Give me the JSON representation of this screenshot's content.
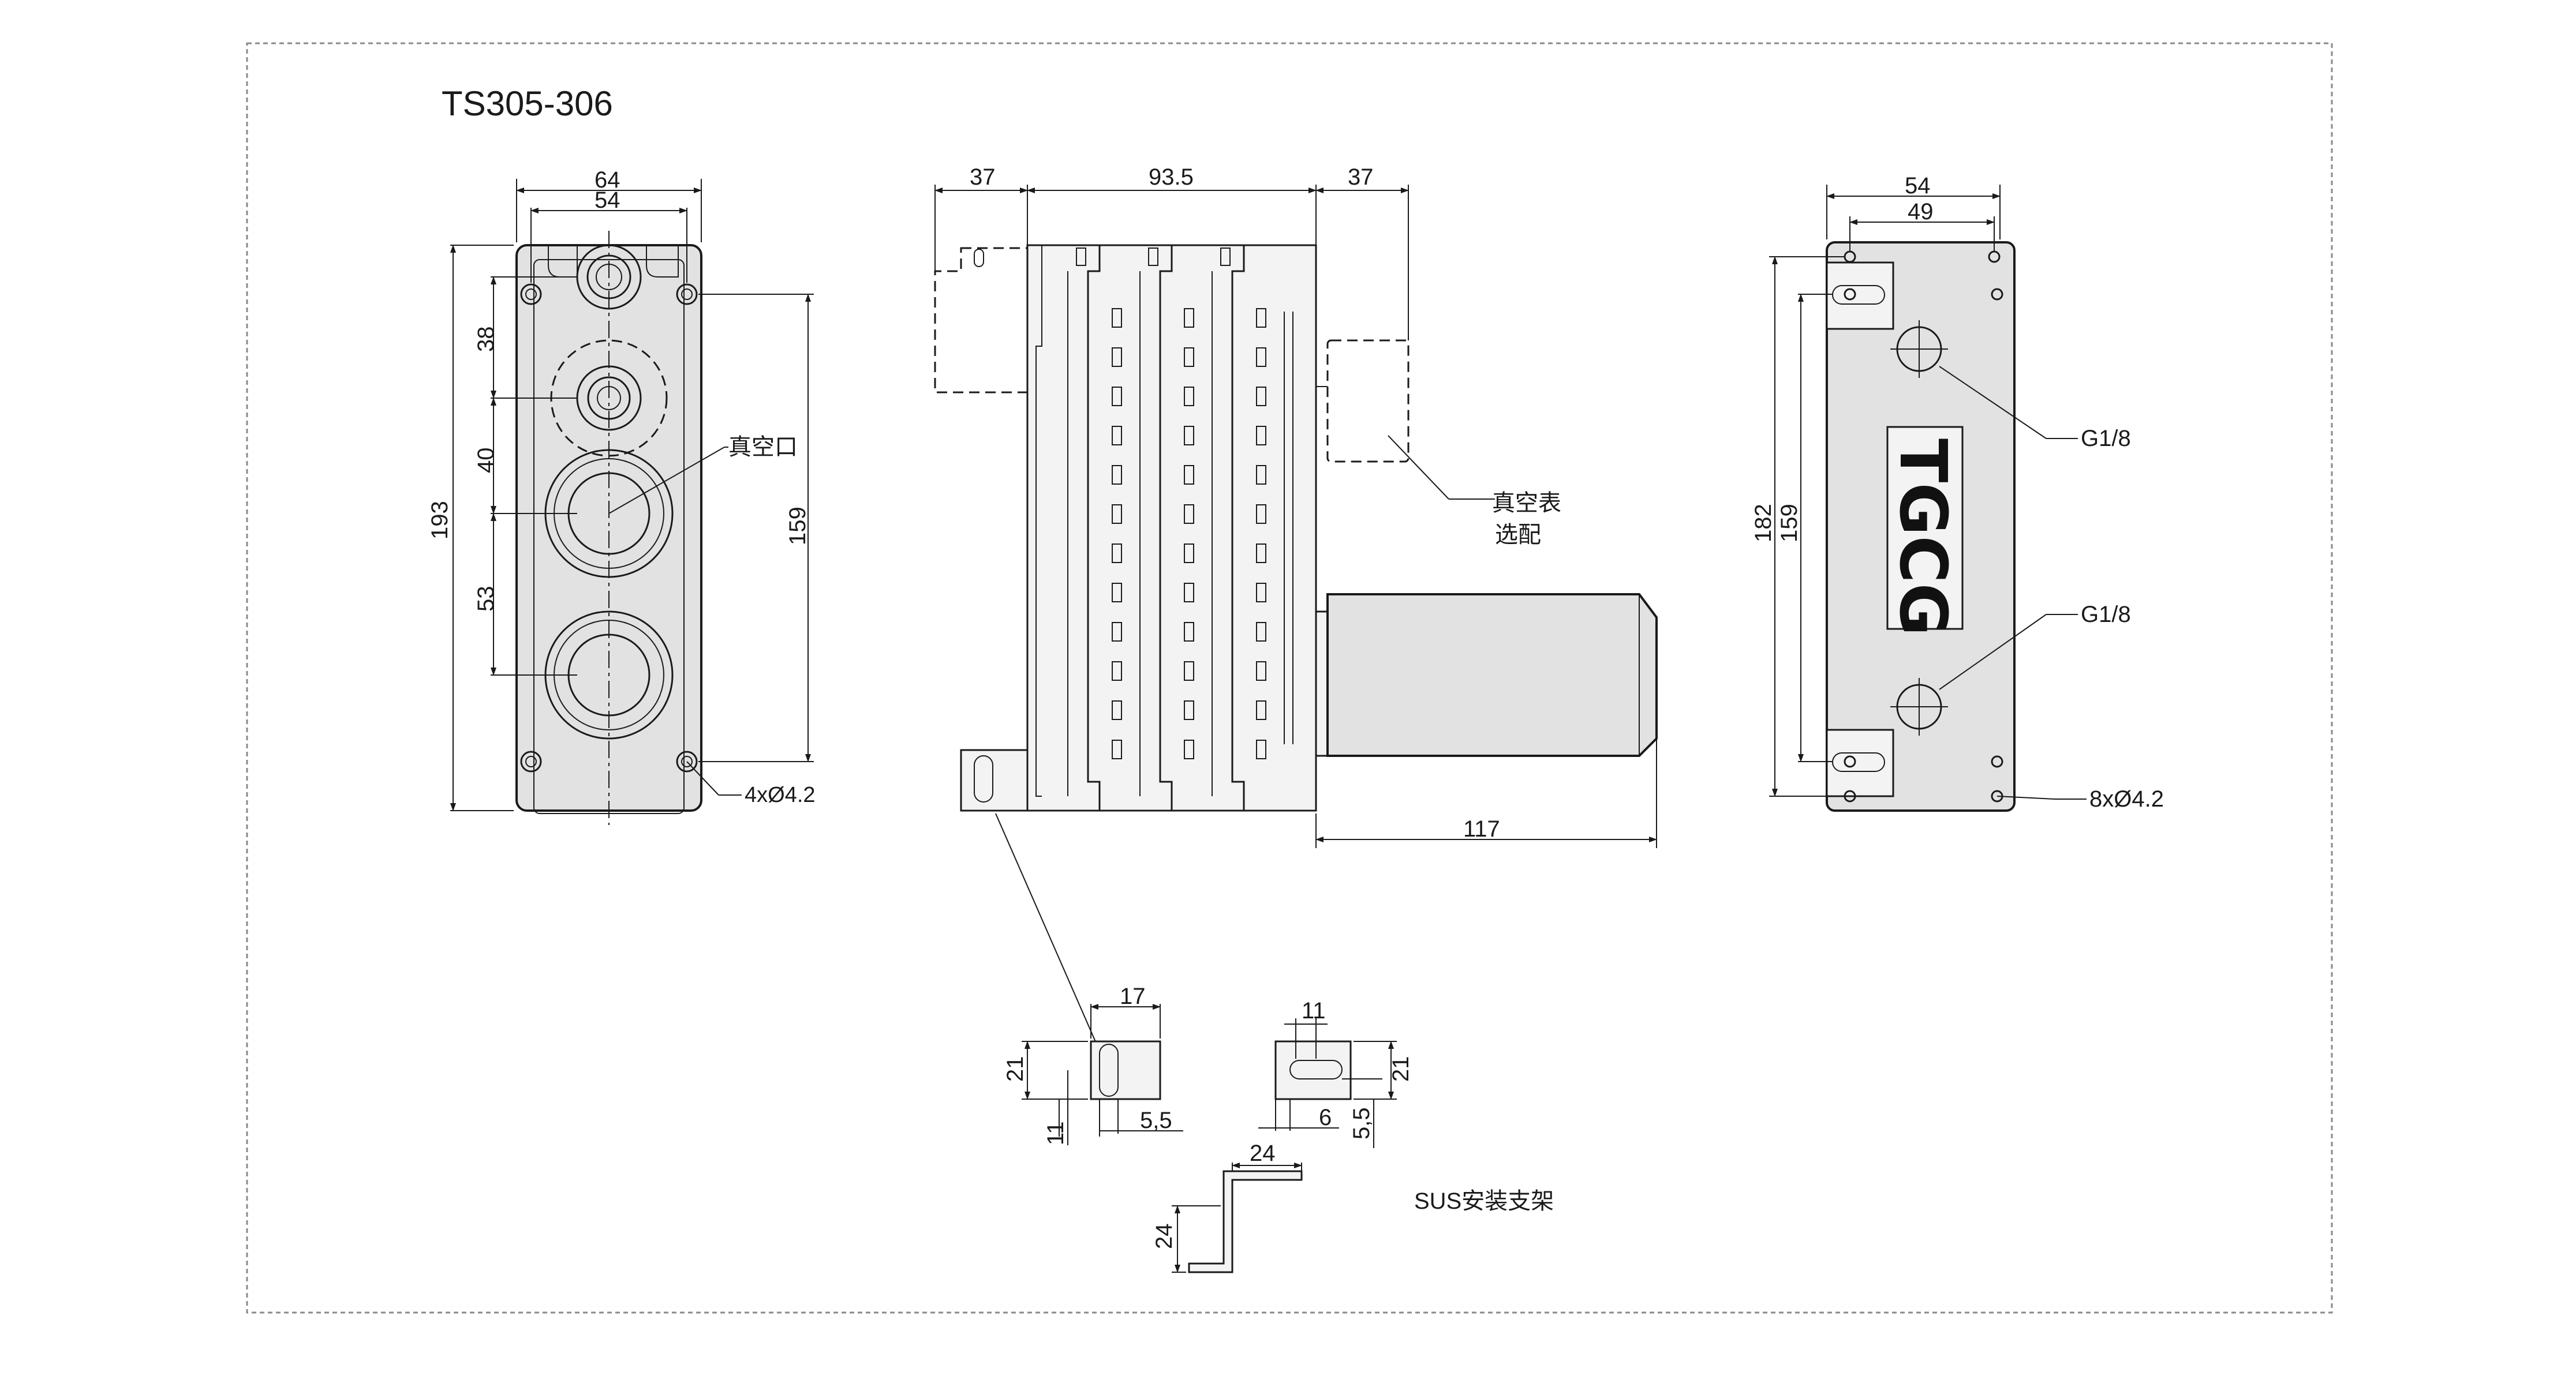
{
  "title": "TS305-306",
  "front_view": {
    "width_outer": "64",
    "width_holes": "54",
    "height_total": "193",
    "height_holes": "159",
    "pitch_1": "38",
    "pitch_2": "40",
    "pitch_3": "53",
    "vacuum_port_label": "真空口",
    "hole_spec": "4xØ4.2"
  },
  "side_view": {
    "left_extent": "37",
    "body_length": "93.5",
    "right_extent": "37",
    "muffler_length": "117",
    "gauge_label_1": "真空表",
    "gauge_label_2": "选配"
  },
  "back_view": {
    "width_outer": "54",
    "width_holes": "49",
    "height_total": "182",
    "height_holes": "159",
    "port_1": "G1/8",
    "port_2": "G1/8",
    "hole_spec": "8xØ4.2",
    "logo": "TGCG"
  },
  "bracket": {
    "a_width": "17",
    "a_height": "21",
    "a_offset": "11",
    "a_slot": "5,5",
    "b_width": "11",
    "b_height": "21",
    "b_slot": "6",
    "b_offset": "5,5",
    "l_width": "24",
    "l_height": "24",
    "caption": "SUS安装支架"
  }
}
